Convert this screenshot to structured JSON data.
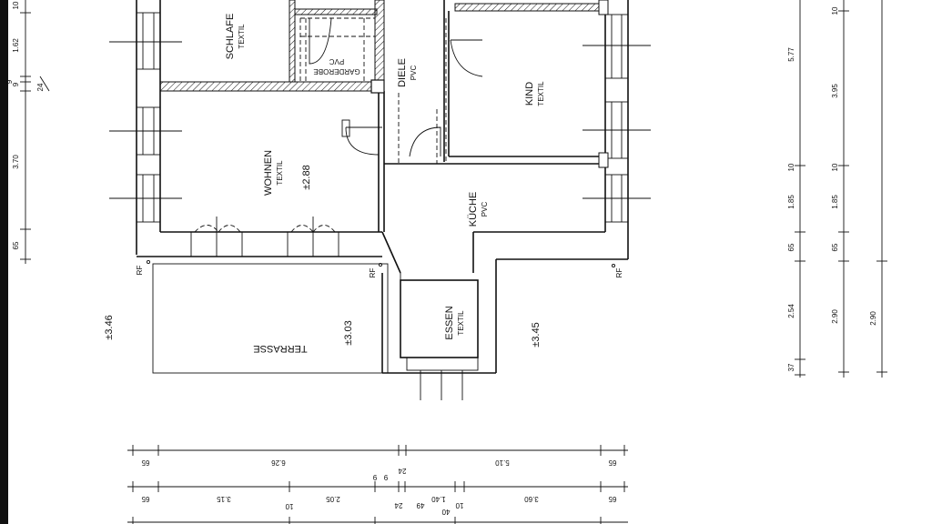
{
  "rooms": {
    "schlafen": {
      "name": "SCHLAFE",
      "floor": "TEXTIL"
    },
    "garderobe": {
      "name": "GARDEROBE",
      "floor": "PVC"
    },
    "diele": {
      "name": "DIELE",
      "floor": "PVC"
    },
    "kind": {
      "name": "KIND",
      "floor": "TEXTIL"
    },
    "wohnen": {
      "name": "WOHNEN",
      "floor": "TEXTIL",
      "height": "±2.88"
    },
    "kueche": {
      "name": "KÜCHE",
      "floor": "PVC"
    },
    "terrasse": {
      "name": "TERRASSE",
      "height": "±3.03"
    },
    "essen": {
      "name": "ESSEN",
      "floor": "TEXTIL"
    }
  },
  "levels": {
    "left": "±3.46",
    "right": "±3.45"
  },
  "rf_marks": [
    "RF",
    "RF",
    "RF"
  ],
  "left_dims": [
    "10",
    "1.62",
    "9",
    "9",
    "24",
    "3.70",
    "65"
  ],
  "right_dims_a": [
    "5.77",
    "10",
    "1.85",
    "65",
    "2.54",
    "37"
  ],
  "right_dims_b": [
    "10",
    "3.95",
    "10",
    "1.85",
    "65",
    "2.90"
  ],
  "right_dims_c": [
    "2.90"
  ],
  "bottom_row1": [
    "65",
    "6.26",
    "24",
    "5.10",
    "65"
  ],
  "bottom_row2": [
    "65",
    "3.15",
    "10",
    "2.05",
    "9",
    "9",
    "24",
    "49",
    "1.40",
    "10",
    "40",
    "3.60",
    "65"
  ]
}
